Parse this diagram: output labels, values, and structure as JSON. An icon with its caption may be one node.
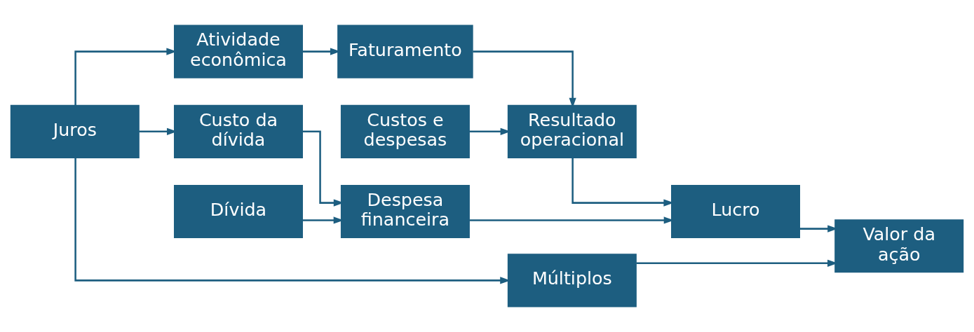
{
  "diagram": {
    "nodes": [
      {
        "text": [
          "Juros"
        ]
      },
      {
        "text": [
          "Atividade econômica"
        ]
      },
      {
        "text": [
          "Faturamento"
        ]
      },
      {
        "text": [
          "Custos e despesas"
        ]
      },
      {
        "text": [
          "Resultado operacional"
        ]
      },
      {
        "text": [
          "Custo da dívida"
        ]
      },
      {
        "text": [
          "Dívida"
        ]
      },
      {
        "text": [
          "Despesa financeira"
        ]
      },
      {
        "text": [
          "Lucro"
        ]
      },
      {
        "text": [
          "Múltiplos"
        ]
      },
      {
        "text": [
          "Valor da ação"
        ]
      }
    ],
    "edges": [
      {
        "from": 0,
        "to": 1,
        "arrow": "to"
      },
      {
        "from": 1,
        "to": 2,
        "arrow": "to"
      },
      {
        "from": 2,
        "to": 4,
        "arrow": "to"
      },
      {
        "from": 3,
        "to": 4,
        "arrow": "to"
      },
      {
        "from": 0,
        "to": 5,
        "arrow": "to"
      },
      {
        "from": 5,
        "to": 7,
        "arrow": "to"
      },
      {
        "from": 6,
        "to": 7,
        "arrow": "to"
      },
      {
        "from": 4,
        "to": 8,
        "arrow": "to"
      },
      {
        "from": 7,
        "to": 8,
        "arrow": "to"
      },
      {
        "from": 0,
        "to": 9,
        "arrow": "to"
      },
      {
        "from": 8,
        "to": 10,
        "arrow": "to"
      },
      {
        "from": 9,
        "to": 10,
        "arrow": "to"
      }
    ]
  }
}
